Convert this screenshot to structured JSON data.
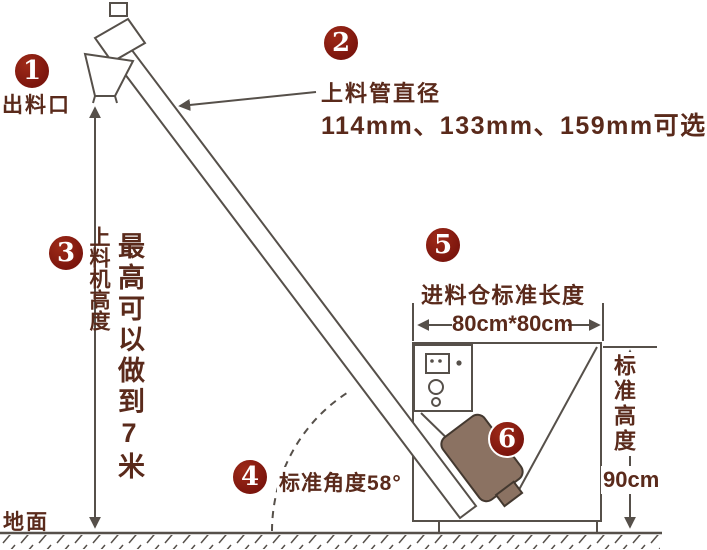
{
  "colors": {
    "badge_bg": "#7b150d",
    "badge_highlight": "#9e2a18",
    "text": "#5a2a1b",
    "line": "#56504a",
    "motor_fill": "#8b7262",
    "motor_stroke": "#43382f"
  },
  "annotations": {
    "badge1": {
      "number": "1",
      "label": "出料口"
    },
    "badge2": {
      "number": "2",
      "title": "上料管直径",
      "options": "114mm、133mm、159mm可选"
    },
    "badge3": {
      "number": "3",
      "label": "上料机高度",
      "value": "最高可以做到7米"
    },
    "badge4": {
      "number": "4",
      "label": "标准角度58°"
    },
    "badge5": {
      "number": "5",
      "title": "进料仓标准长度",
      "size": "80cm*80cm"
    },
    "badge6": {
      "number": "6"
    },
    "right_dim": {
      "label": "标准高度",
      "value": "90cm"
    },
    "ground": {
      "label": "地面"
    }
  }
}
